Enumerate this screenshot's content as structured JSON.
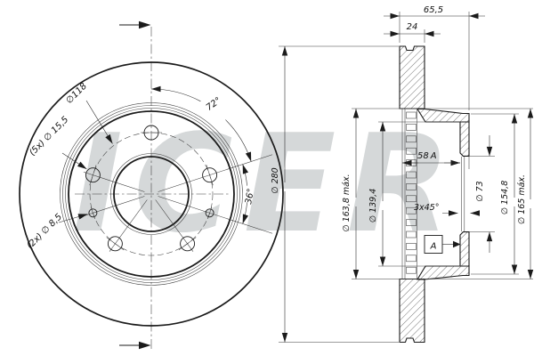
{
  "watermark": {
    "text": "ICER"
  },
  "front_view": {
    "bolt_circle": "∅118",
    "bolt_holes": "(5x) ∅ 15,5",
    "small_holes": "(2x) ∅ 8,5",
    "angle_72": "72°",
    "angle_36": "36°"
  },
  "section_view": {
    "width_total": "65,5",
    "ring_thickness": "24",
    "hat_depth": "58",
    "hat_depth_datum": "A",
    "chamfer": "3x45°",
    "datum": "A",
    "d_outer": "∅ 280",
    "d_ring_inner_max": "∅ 163,8 máx.",
    "d_hat_inner": "∅ 139,4",
    "d_bore": "∅ 73",
    "d_hat_outer": "∅ 154,8",
    "d_flange_max": "∅ 165 máx."
  }
}
